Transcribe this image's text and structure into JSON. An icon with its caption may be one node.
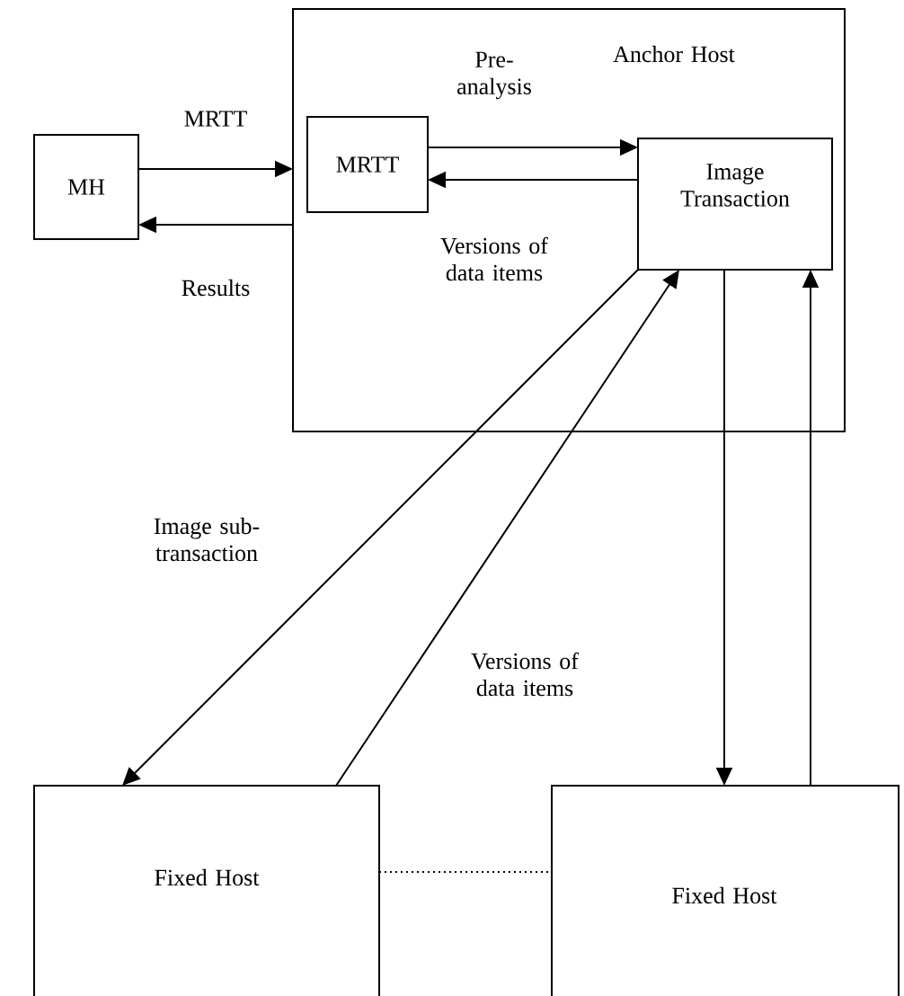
{
  "diagram": {
    "nodes": [
      {
        "text": [
          "Anchor Host"
        ]
      },
      {
        "text": [
          "MH"
        ]
      },
      {
        "text": [
          "MRTT"
        ],
        "in": 0
      },
      {
        "text": [
          "Image Transaction"
        ],
        "in": 0
      },
      {
        "text": [
          "Fixed Host"
        ]
      },
      {
        "text": [
          "Fixed Host"
        ]
      }
    ],
    "edges": [
      {
        "from": 1,
        "to": 0,
        "arrow": "to",
        "label": "MRTT"
      },
      {
        "from": 0,
        "to": 1,
        "arrow": "to",
        "label": "Results"
      },
      {
        "from": 2,
        "to": 3,
        "arrow": "to",
        "label": "Pre-analysis"
      },
      {
        "from": 3,
        "to": 2,
        "arrow": "to",
        "label": "Versions of data items"
      },
      {
        "from": 3,
        "to": 4,
        "arrow": "to",
        "label": "Image sub-transaction"
      },
      {
        "from": 4,
        "to": 3,
        "arrow": "to",
        "label": "Versions of data items"
      },
      {
        "from": 3,
        "to": 5,
        "arrow": "to"
      },
      {
        "from": 5,
        "to": 3,
        "arrow": "to"
      },
      {
        "from": 4,
        "to": 5,
        "arrow": "none",
        "style": "dashed"
      }
    ]
  }
}
